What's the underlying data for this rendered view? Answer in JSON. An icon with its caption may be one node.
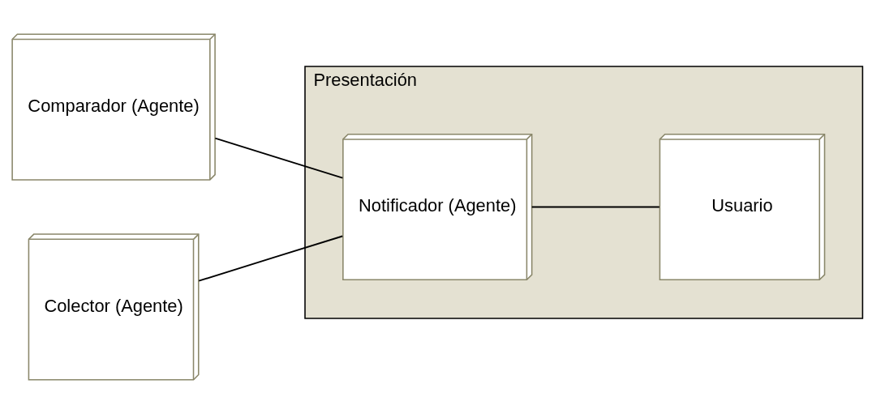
{
  "diagram": {
    "nodes": [
      {
        "text": [
          "Comparador (Agente)"
        ]
      },
      {
        "text": [
          "Colector (Agente)"
        ]
      },
      {
        "text": [
          "Presentación"
        ]
      },
      {
        "text": [
          "Notificador (Agente)"
        ],
        "in": 2
      },
      {
        "text": [
          "Usuario"
        ],
        "in": 2
      }
    ],
    "edges": [
      {
        "from": 0,
        "to": 3,
        "arrow": "none"
      },
      {
        "from": 1,
        "to": 3,
        "arrow": "none"
      },
      {
        "from": 3,
        "to": 4,
        "arrow": "none"
      }
    ]
  }
}
